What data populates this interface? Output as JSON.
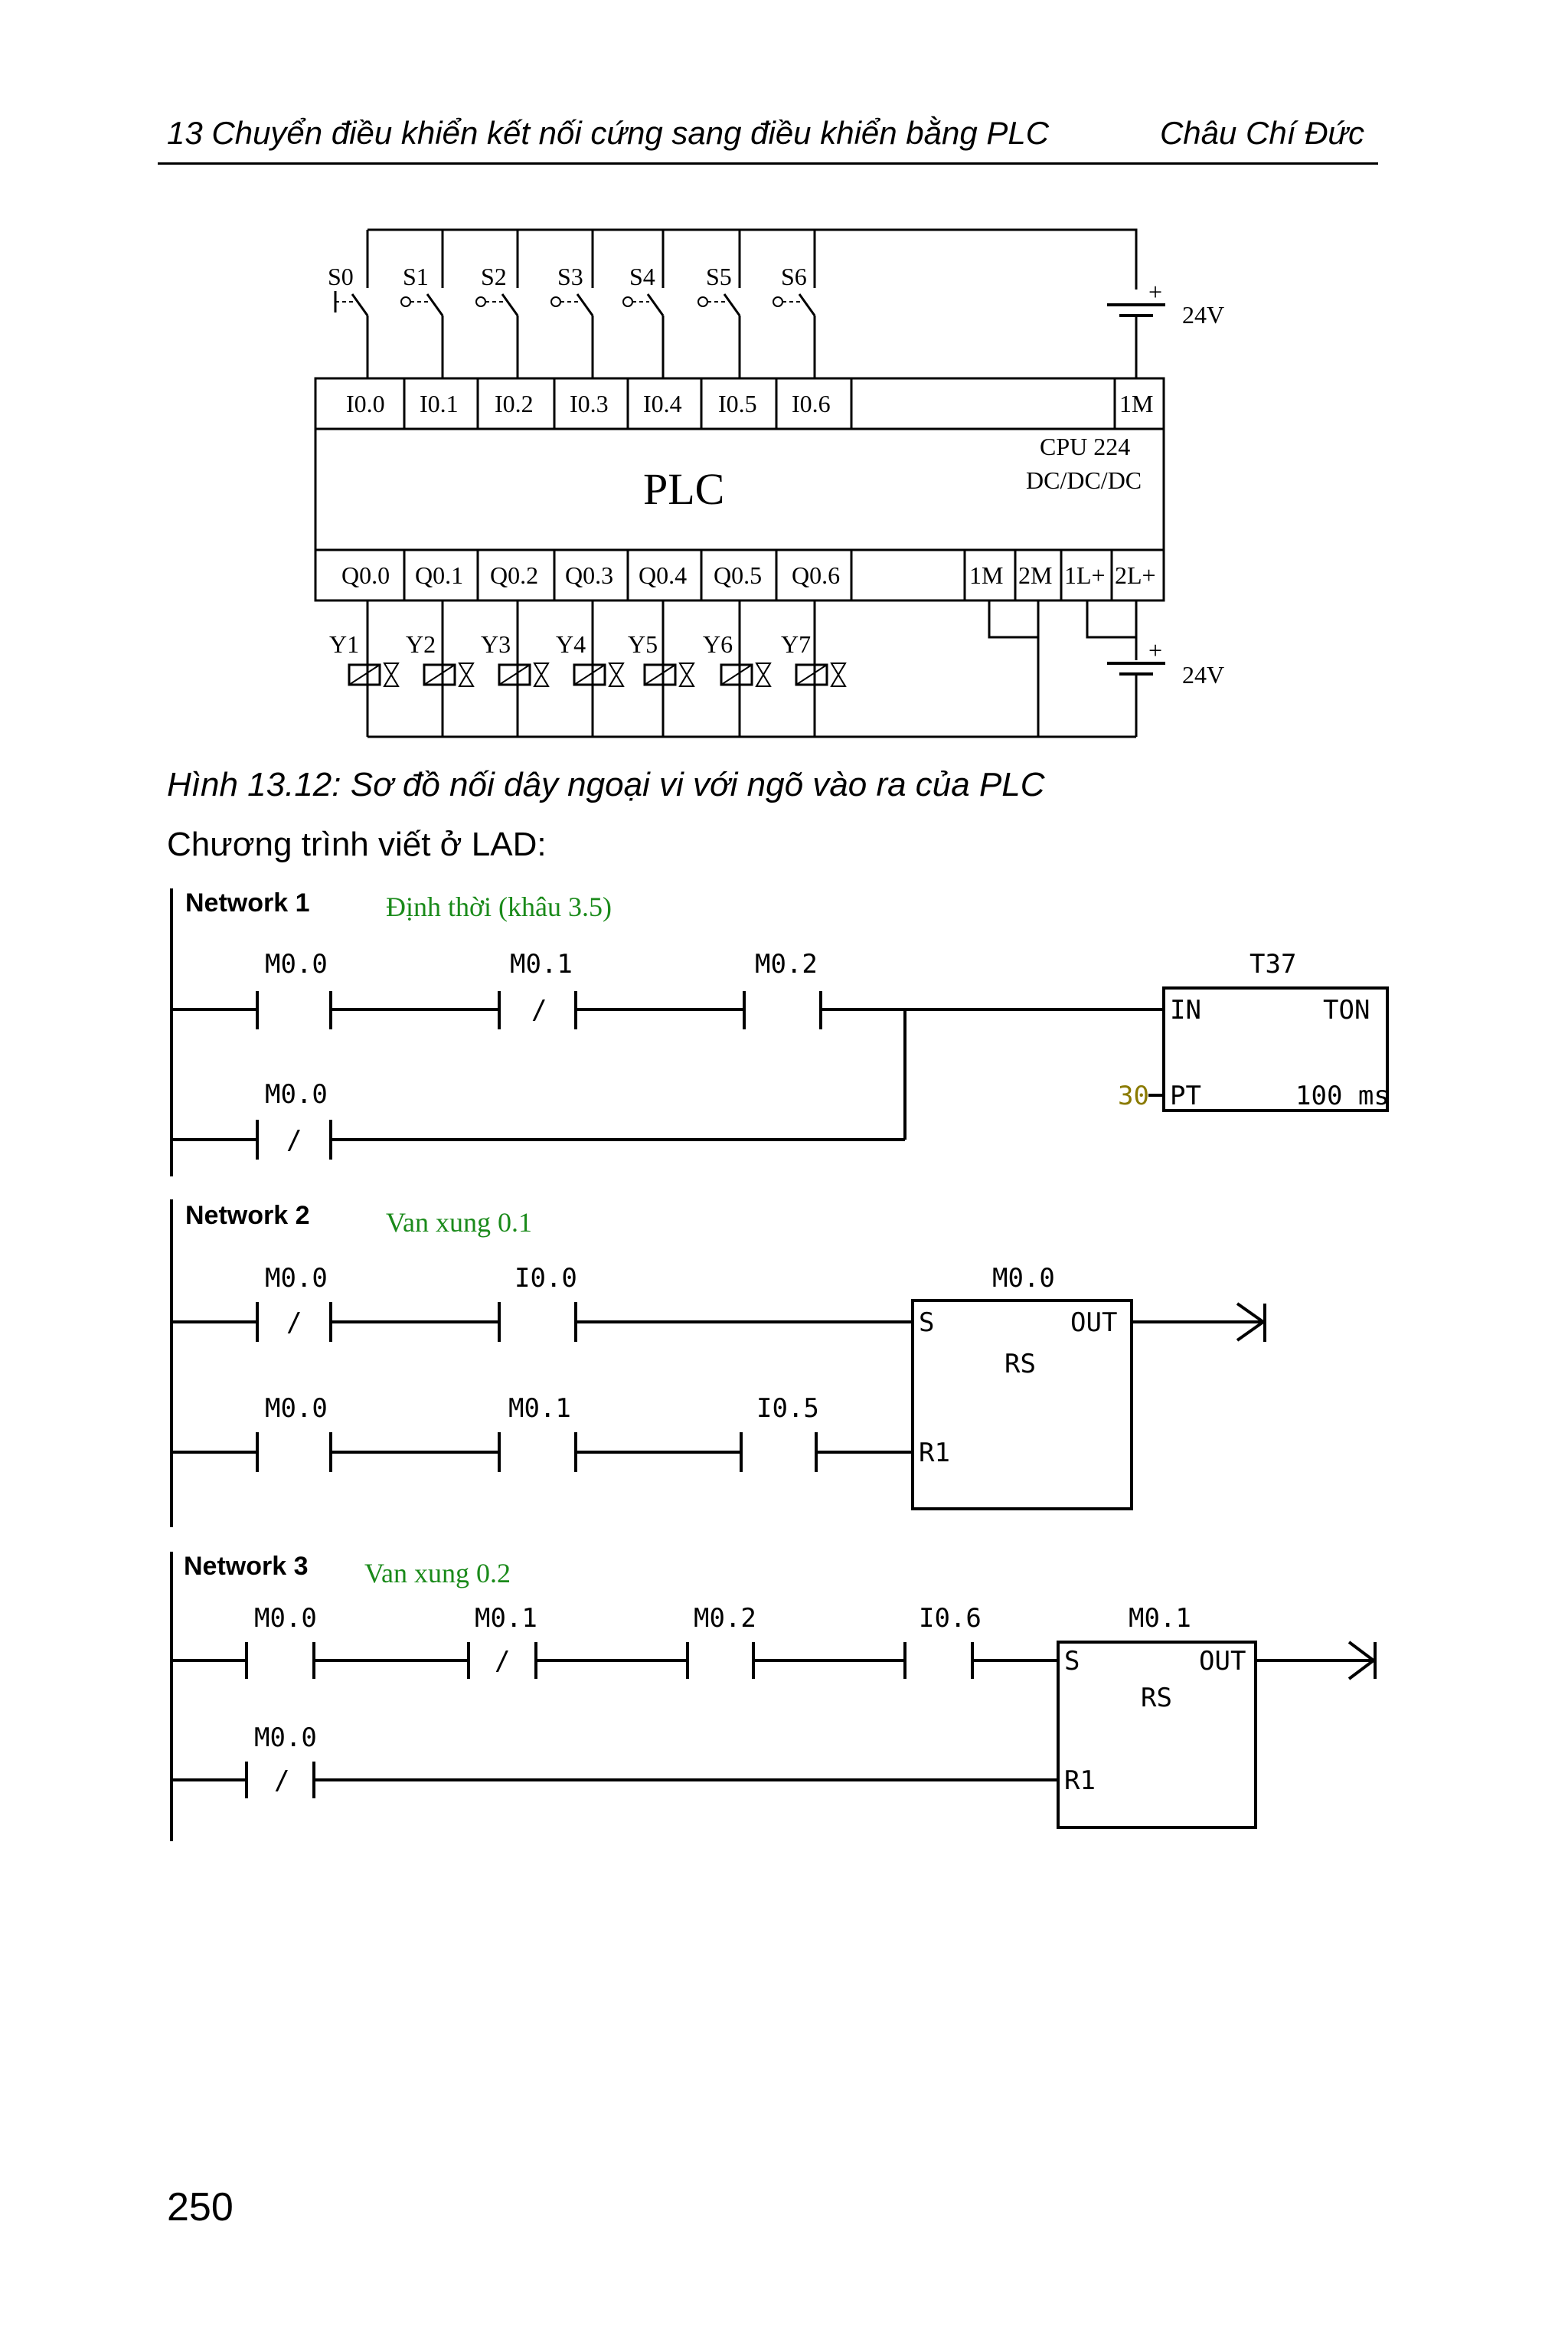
{
  "header": {
    "chapter_title": "13  Chuyển điều khiển kết nối cứng sang điều khiển bằng PLC",
    "author": "Châu Chí Đức"
  },
  "wiring": {
    "switches": [
      "S0",
      "S1",
      "S2",
      "S3",
      "S4",
      "S5",
      "S6"
    ],
    "inputs": [
      "I0.0",
      "I0.1",
      "I0.2",
      "I0.3",
      "I0.4",
      "I0.5",
      "I0.6"
    ],
    "input_common": "1M",
    "supply_top": "24V",
    "supply_bottom": "24V",
    "plc_label": "PLC",
    "cpu_line1": "CPU 224",
    "cpu_line2": "DC/DC/DC",
    "outputs": [
      "Q0.0",
      "Q0.1",
      "Q0.2",
      "Q0.3",
      "Q0.4",
      "Q0.5",
      "Q0.6"
    ],
    "output_commons": [
      "1M",
      "2M",
      "1L+",
      "2L+"
    ],
    "valves": [
      "Y1",
      "Y2",
      "Y3",
      "Y4",
      "Y5",
      "Y6",
      "Y7"
    ],
    "plus_sign": "+"
  },
  "caption": "Hình 13.12: Sơ đồ nối dây ngoại vi với ngõ vào ra của PLC",
  "lad_intro": "Chương trình viết ở LAD:",
  "networks": [
    {
      "title": "Network 1",
      "comment": "Định thời (khâu 3.5)",
      "contacts_row1": [
        "M0.0",
        "M0.1",
        "M0.2"
      ],
      "contacts_row2": [
        "M0.0"
      ],
      "negation_mark": "/",
      "block_name": "T37",
      "block_in": "IN",
      "block_type": "TON",
      "block_pt_value": "30",
      "block_pt": "PT",
      "block_base": "100 ms"
    },
    {
      "title": "Network 2",
      "comment": "Van xung 0.1",
      "contacts_row1": [
        "M0.0",
        "I0.0"
      ],
      "contacts_row2": [
        "M0.0",
        "M0.1",
        "I0.5"
      ],
      "block_name": "M0.0",
      "block_s": "S",
      "block_out": "OUT",
      "block_type": "RS",
      "block_r": "R1"
    },
    {
      "title": "Network 3",
      "comment": "Van xung 0.2",
      "contacts_row1": [
        "M0.0",
        "M0.1",
        "M0.2",
        "I0.6"
      ],
      "contacts_row2": [
        "M0.0"
      ],
      "block_name": "M0.1",
      "block_s": "S",
      "block_out": "OUT",
      "block_type": "RS",
      "block_r": "R1"
    }
  ],
  "page_number": "250"
}
